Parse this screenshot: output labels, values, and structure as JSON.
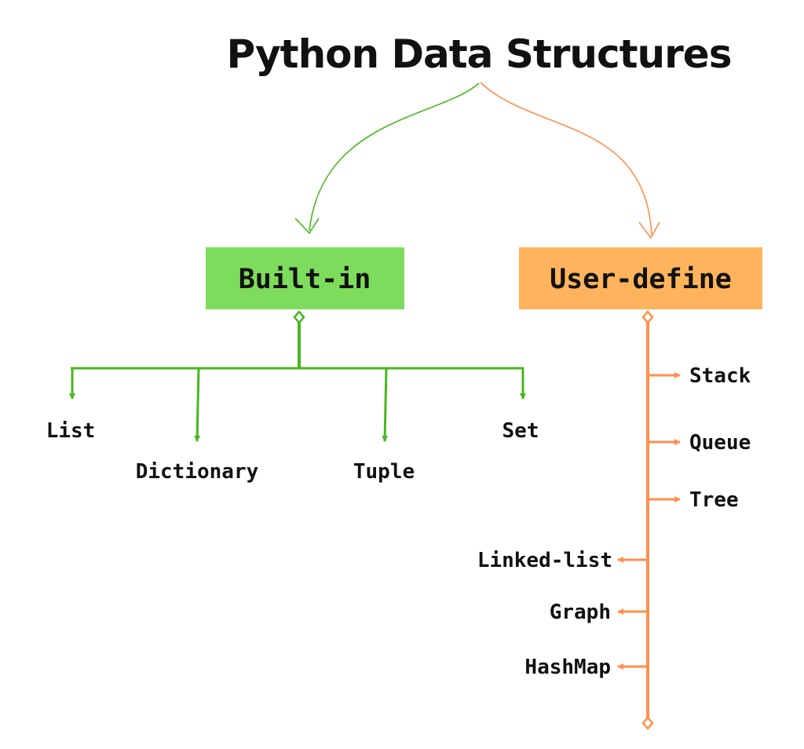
{
  "title": "Python Data Structures",
  "colors": {
    "built_in": "#7ddc5b",
    "built_in_line": "#45b81c",
    "user_define": "#ffb35c",
    "user_define_line": "#ff8f4d",
    "text": "#111111"
  },
  "built_in": {
    "label": "Built-in",
    "items": [
      "List",
      "Dictionary",
      "Tuple",
      "Set"
    ]
  },
  "user_define": {
    "label": "User-define",
    "right_items": [
      "Stack",
      "Queue",
      "Tree"
    ],
    "left_items": [
      "Linked-list",
      "Graph",
      "HashMap"
    ]
  }
}
